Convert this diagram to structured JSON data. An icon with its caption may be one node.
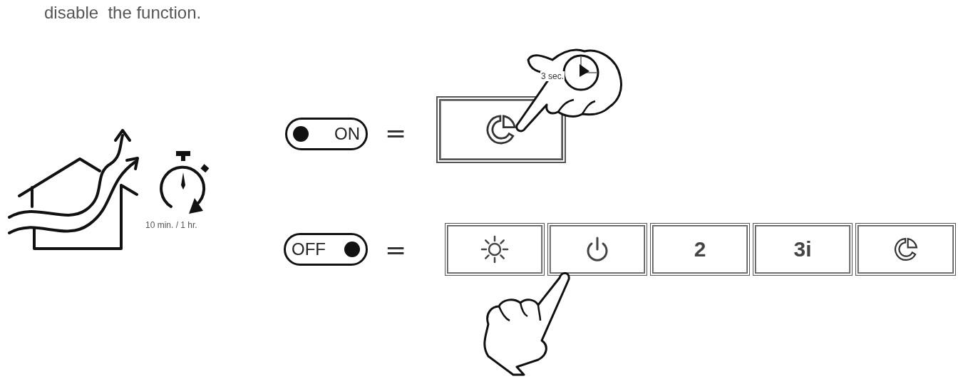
{
  "diagram": {
    "nodes": [
      {
        "text": [
          "ON"
        ]
      },
      {
        "text": [],
        "shape": "box"
      },
      {
        "text": [
          "OFF"
        ]
      },
      {
        "text": [],
        "shape": "box"
      },
      {
        "text": [],
        "shape": "box"
      },
      {
        "text": [
          "2"
        ]
      },
      {
        "text": [
          "3i"
        ]
      },
      {
        "text": [],
        "shape": "box"
      }
    ],
    "labels": [
      "disable  the function.",
      "10 min. / 1 hr.",
      "3 sec.",
      "=",
      "="
    ]
  }
}
